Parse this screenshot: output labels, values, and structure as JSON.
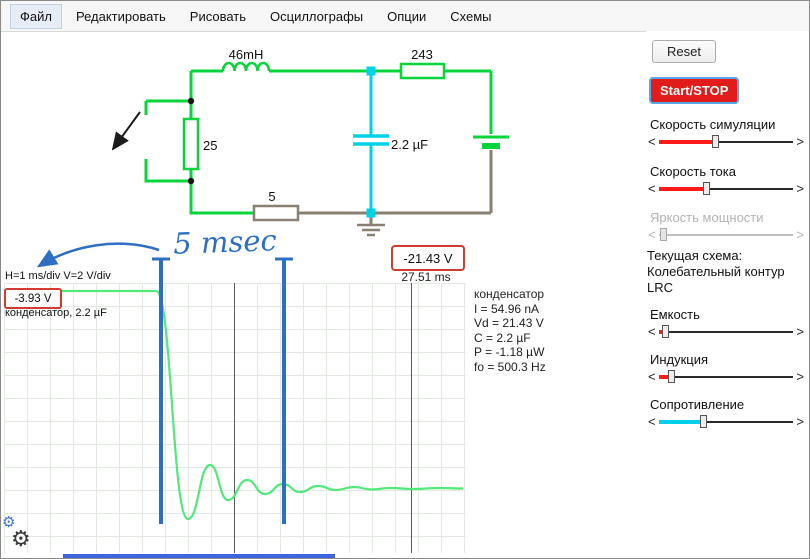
{
  "menu": {
    "items": [
      "Файл",
      "Редактировать",
      "Рисовать",
      "Осциллографы",
      "Опции",
      "Схемы"
    ]
  },
  "circuit": {
    "inductor_label": "46mH",
    "resistor_top": "243",
    "resistor_left": "25",
    "resistor_bottom": "5",
    "capacitor_label": "2.2 µF",
    "voltage_readout": "-21.43 V",
    "time_readout": "27.51 ms"
  },
  "scope": {
    "scale_text": "H=1 ms/div V=2 V/div",
    "voltage_readout": "-3.93 V",
    "channel_label": "конденсатор, 2.2 µF",
    "annotation": "5 msec"
  },
  "info": {
    "title": "конденсатор",
    "lines": [
      "I = 54.96 nA",
      "Vd = 21.43 V",
      "C = 2.2 µF",
      "P = -1.18 µW",
      "fo = 500.3 Hz"
    ]
  },
  "sidebar": {
    "reset_label": "Reset",
    "start_stop_label": "Start/STOP",
    "scheme_title": "Текущая схема:",
    "scheme_name": "Колебательный контур LRC",
    "sliders": [
      {
        "label": "Скорость симуляции",
        "fill_pct": 42,
        "color": "#ff1a1a",
        "disabled": false
      },
      {
        "label": "Скорость тока",
        "fill_pct": 35,
        "color": "#ff1a1a",
        "disabled": false
      },
      {
        "label": "Яркость мощности",
        "fill_pct": 3,
        "color": "#bbbbbb",
        "disabled": true
      },
      {
        "label": "Емкость",
        "fill_pct": 5,
        "color": "#ff1a1a",
        "disabled": false
      },
      {
        "label": "Индукция",
        "fill_pct": 9,
        "color": "#ff1a1a",
        "disabled": false
      },
      {
        "label": "Сопротивление",
        "fill_pct": 33,
        "color": "#00cfe8",
        "disabled": false
      }
    ]
  },
  "icons": {
    "gear": "⚙"
  },
  "colors": {
    "wire_positive": "#0ad43c",
    "wire_neutral": "#8a8072",
    "capacitor_wire": "#00d2e8",
    "trace_green": "#52e87a",
    "annotation_blue": "#2e6fc4",
    "readout_border": "#d23b2f",
    "slider_red": "#ff1a1a",
    "slider_cyan": "#00cfe8",
    "start_button_bg": "#e21b1b"
  }
}
